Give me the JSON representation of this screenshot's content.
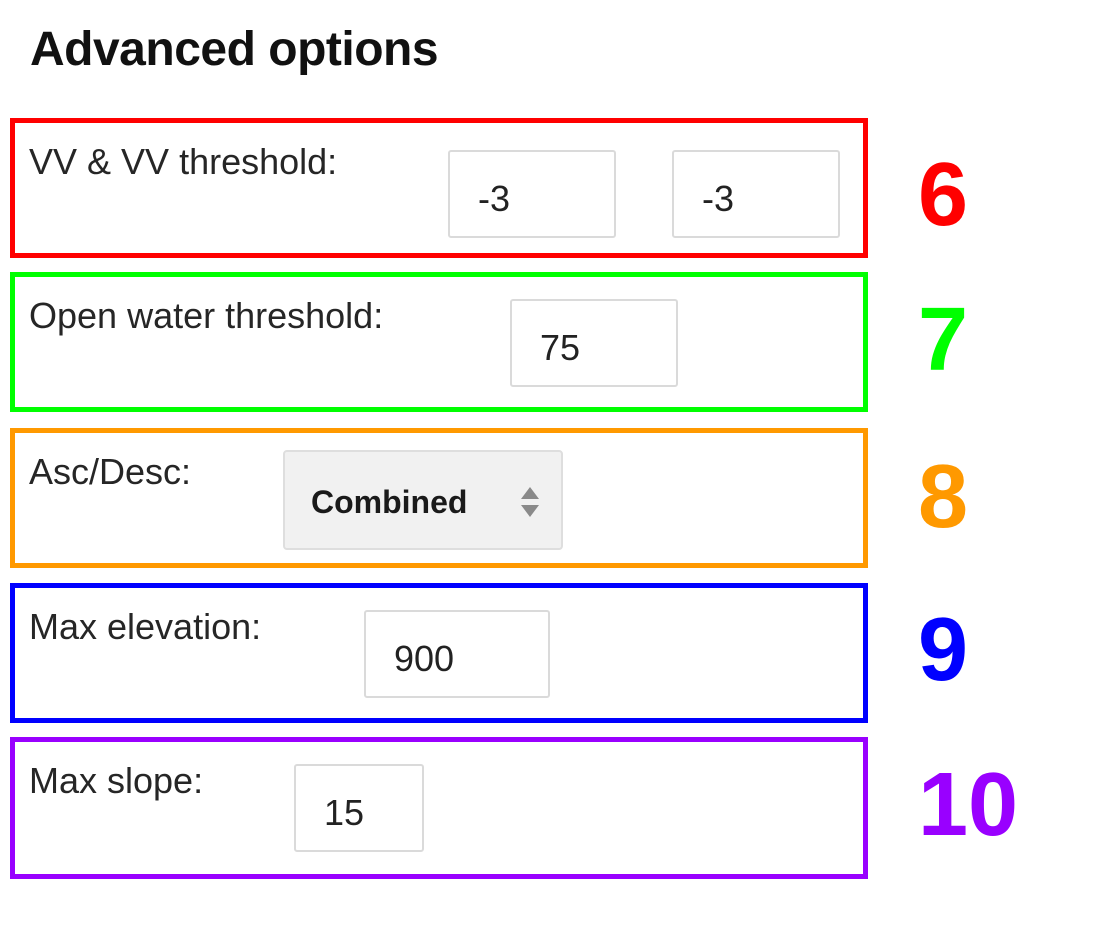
{
  "page": {
    "title": "Advanced options"
  },
  "rows": [
    {
      "label": "VV & VV threshold:",
      "values": [
        "-3",
        "-3"
      ],
      "badge": "6",
      "color": "#ff0000"
    },
    {
      "label": "Open water threshold:",
      "values": [
        "75"
      ],
      "badge": "7",
      "color": "#00ff00"
    },
    {
      "label": "Asc/Desc:",
      "select_value": "Combined",
      "badge": "8",
      "color": "#ff9900"
    },
    {
      "label": "Max elevation:",
      "values": [
        "900"
      ],
      "badge": "9",
      "color": "#0000ff"
    },
    {
      "label": "Max slope:",
      "values": [
        "15"
      ],
      "badge": "10",
      "color": "#9900ff"
    }
  ],
  "icons": {
    "select_arrows": "updown-arrows-icon"
  }
}
